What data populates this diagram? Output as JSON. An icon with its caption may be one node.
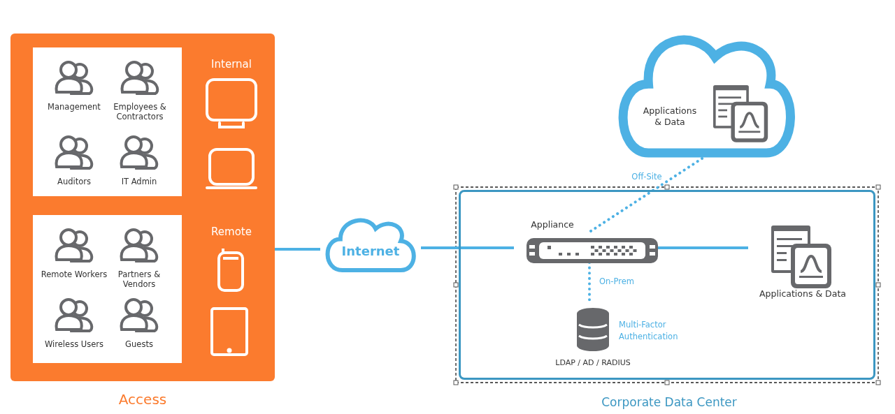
{
  "diagram": {
    "nodes": [
      {
        "text": [
          "Access"
        ]
      },
      {
        "text": [],
        "shape": "box",
        "in": 0
      },
      {
        "text": [
          "Management"
        ],
        "in": 1
      },
      {
        "text": [
          "Employees & Contractors"
        ],
        "in": 1
      },
      {
        "text": [
          "Auditors"
        ],
        "in": 1
      },
      {
        "text": [
          "IT Admin"
        ],
        "in": 1
      },
      {
        "text": [],
        "shape": "box",
        "in": 0
      },
      {
        "text": [
          "Remote Workers"
        ],
        "in": 6
      },
      {
        "text": [
          "Partners & Vendors"
        ],
        "in": 6
      },
      {
        "text": [
          "Wireless Users"
        ],
        "in": 6
      },
      {
        "text": [
          "Guests"
        ],
        "in": 6
      },
      {
        "text": [
          "Internet"
        ]
      },
      {
        "text": [
          "Corporate Data Center"
        ]
      },
      {
        "text": [
          "Appliance"
        ],
        "in": 12
      },
      {
        "text": [
          "Applications & Data"
        ],
        "in": 12
      },
      {
        "text": [
          "LDAP / AD / RADIUS"
        ],
        "in": 12,
        "beside": [
          "Multi-Factor Authentication"
        ]
      },
      {
        "text": [
          "Applications & Data"
        ]
      }
    ],
    "edges": [
      {
        "from": 0,
        "to": 11,
        "arrow": "none"
      },
      {
        "from": 11,
        "to": 13,
        "arrow": "none"
      },
      {
        "from": 13,
        "to": 14,
        "arrow": "none"
      },
      {
        "from": 13,
        "to": 15,
        "arrow": "none",
        "label": "On-Prem",
        "style": "dashed"
      },
      {
        "from": 13,
        "to": 16,
        "arrow": "none",
        "label": "Off-Site",
        "style": "dashed"
      }
    ],
    "labels": [
      "Internal",
      "Remote"
    ]
  }
}
